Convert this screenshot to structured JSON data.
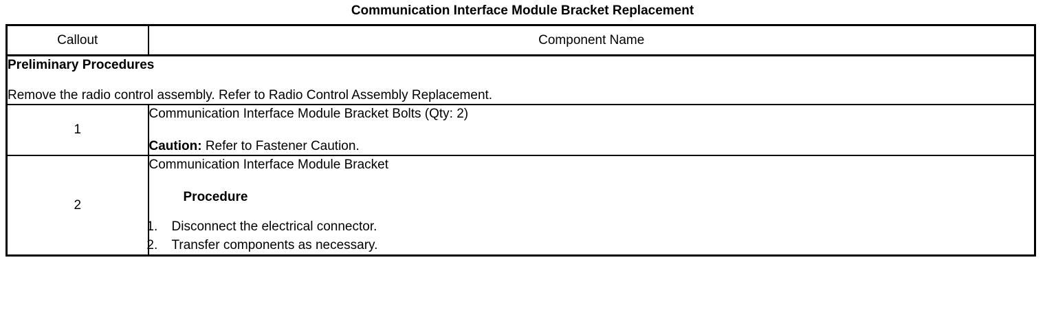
{
  "document": {
    "title": "Communication Interface Module Bracket Replacement"
  },
  "table": {
    "headers": {
      "callout": "Callout",
      "component_name": "Component Name"
    },
    "preliminary": {
      "heading": "Preliminary Procedures",
      "text": "Remove the radio control assembly. Refer to Radio Control Assembly Replacement."
    },
    "rows": [
      {
        "callout": "1",
        "name": "Communication Interface Module Bracket Bolts (Qty: 2)",
        "caution_label": "Caution:",
        "caution_text": "Refer to Fastener Caution."
      },
      {
        "callout": "2",
        "name": "Communication Interface Module Bracket",
        "procedure_heading": "Procedure",
        "steps": [
          "Disconnect the electrical connector.",
          "Transfer components as necessary."
        ]
      }
    ]
  }
}
